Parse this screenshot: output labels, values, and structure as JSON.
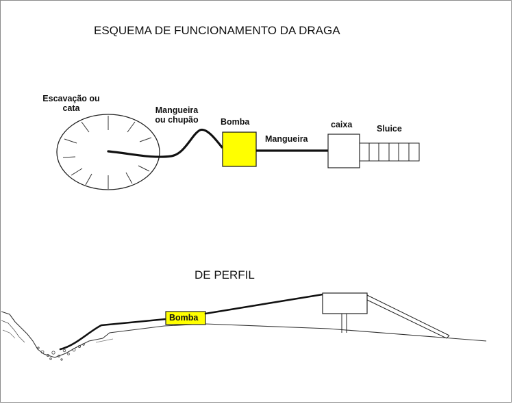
{
  "top_view": {
    "title": "ESQUEMA DE FUNCIONAMENTO DA DRAGA",
    "excavation_label_line1": "Escavação ou",
    "excavation_label_line2": "cata",
    "hose_label_line1": "Mangueira",
    "hose_label_line2": "ou chupão",
    "pump_label": "Bomba",
    "hose2_label": "Mangueira",
    "box_label": "caixa",
    "sluice_label": "Sluice"
  },
  "profile_view": {
    "title": "DE PERFIL",
    "pump_label": "Bomba"
  },
  "colors": {
    "pump_fill": "#ffff00",
    "line": "#111111",
    "background": "#ffffff"
  }
}
